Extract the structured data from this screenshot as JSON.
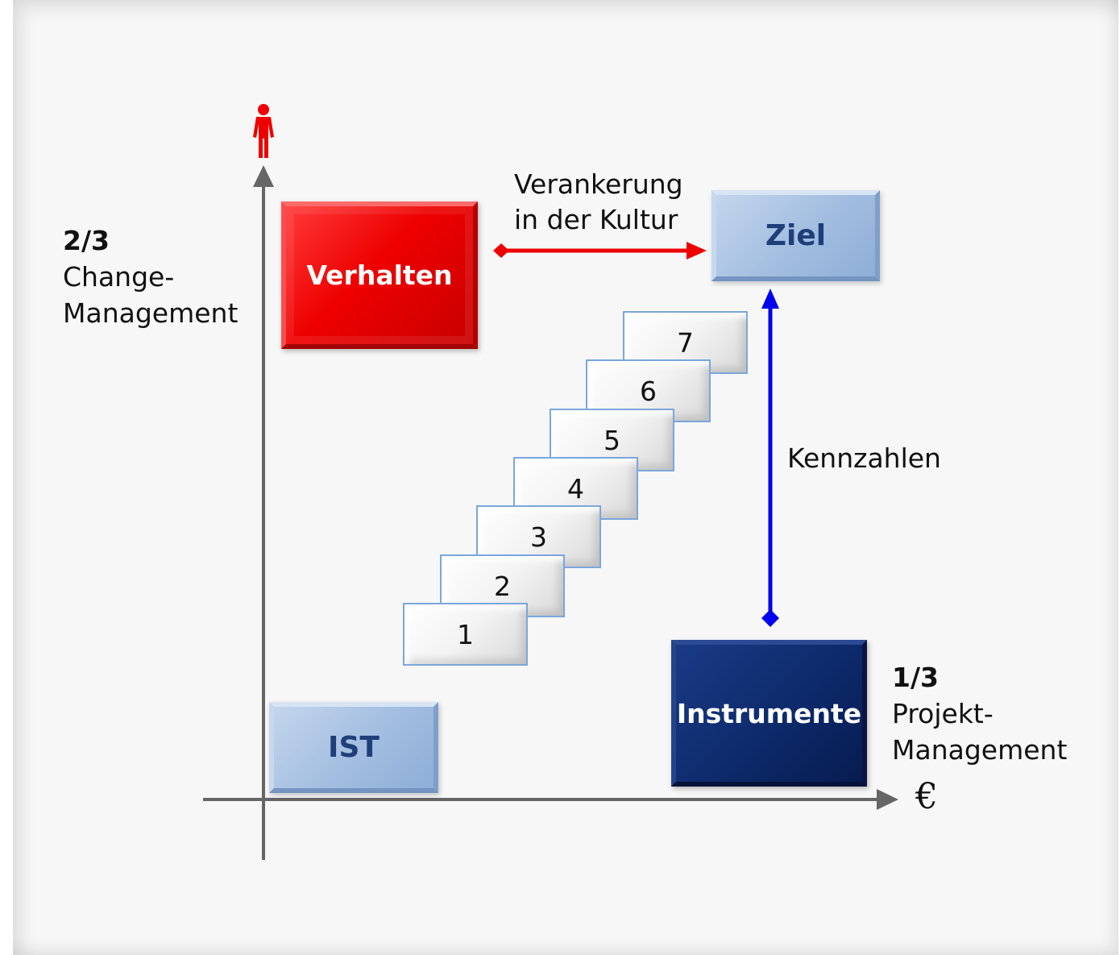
{
  "axis_y_label": {
    "fraction": "2/3",
    "line1": "Change-",
    "line2": "Management"
  },
  "axis_x_label": {
    "fraction": "1/3",
    "line1": "Projekt-",
    "line2": "Management"
  },
  "axis_x_symbol": "€",
  "boxes": {
    "verhalten": "Verhalten",
    "ziel": "Ziel",
    "ist": "IST",
    "instrumente": "Instrumente"
  },
  "arrow_labels": {
    "verankerung_line1": "Verankerung",
    "verankerung_line2": "in der Kultur",
    "kennzahlen": "Kennzahlen"
  },
  "steps": [
    "1",
    "2",
    "3",
    "4",
    "5",
    "6",
    "7"
  ],
  "colors": {
    "axis": "#666666",
    "red": "#ee0000",
    "blue_arrow": "#0000ee",
    "person_icon": "#ee0000"
  },
  "icons": {
    "person": "person-icon"
  }
}
